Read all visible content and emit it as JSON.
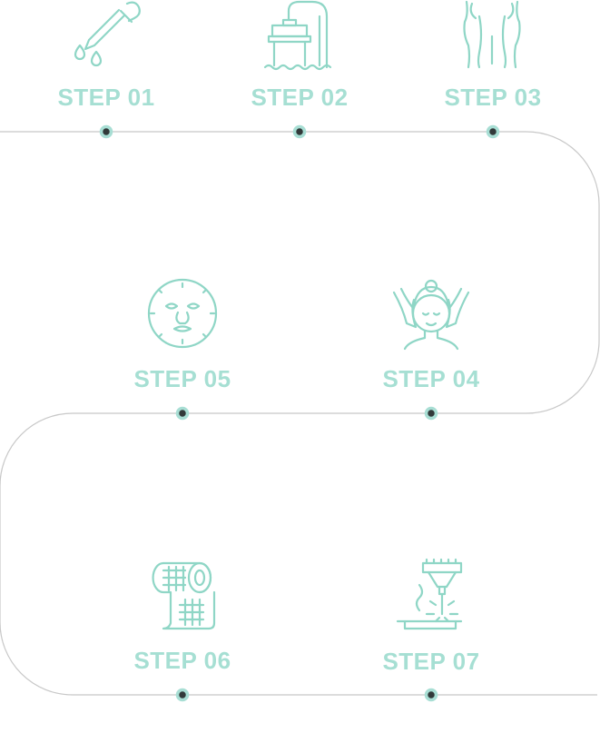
{
  "colors": {
    "accent": "#8fd6c6",
    "label": "#a6dfd3",
    "line": "#c8c8c8",
    "dot_fill": "#323a3a",
    "dot_ring": "#a8ded4",
    "background": "#ffffff"
  },
  "steps": [
    {
      "label": "STEP 01",
      "icon": "dropper-icon"
    },
    {
      "label": "STEP 02",
      "icon": "shower-icon"
    },
    {
      "label": "STEP 03",
      "icon": "legs-icon"
    },
    {
      "label": "STEP 04",
      "icon": "face-massage-icon"
    },
    {
      "label": "STEP 05",
      "icon": "face-mask-icon"
    },
    {
      "label": "STEP 06",
      "icon": "mesh-roll-icon"
    },
    {
      "label": "STEP 07",
      "icon": "laser-icon"
    }
  ]
}
